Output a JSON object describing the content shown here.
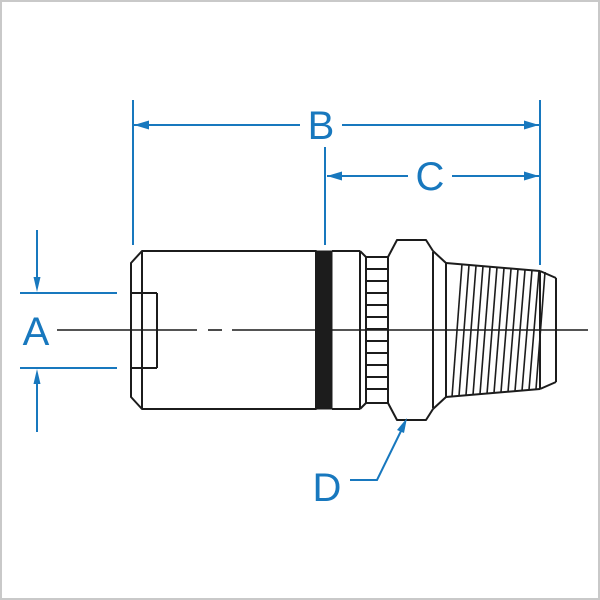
{
  "diagram": {
    "labels": {
      "a": "A",
      "b": "B",
      "c": "C",
      "d": "D"
    },
    "colors": {
      "dimension_blue": "#1878be",
      "line_black": "#1c1c1c",
      "background": "#ffffff",
      "border_gray": "#c9c9c9"
    }
  }
}
